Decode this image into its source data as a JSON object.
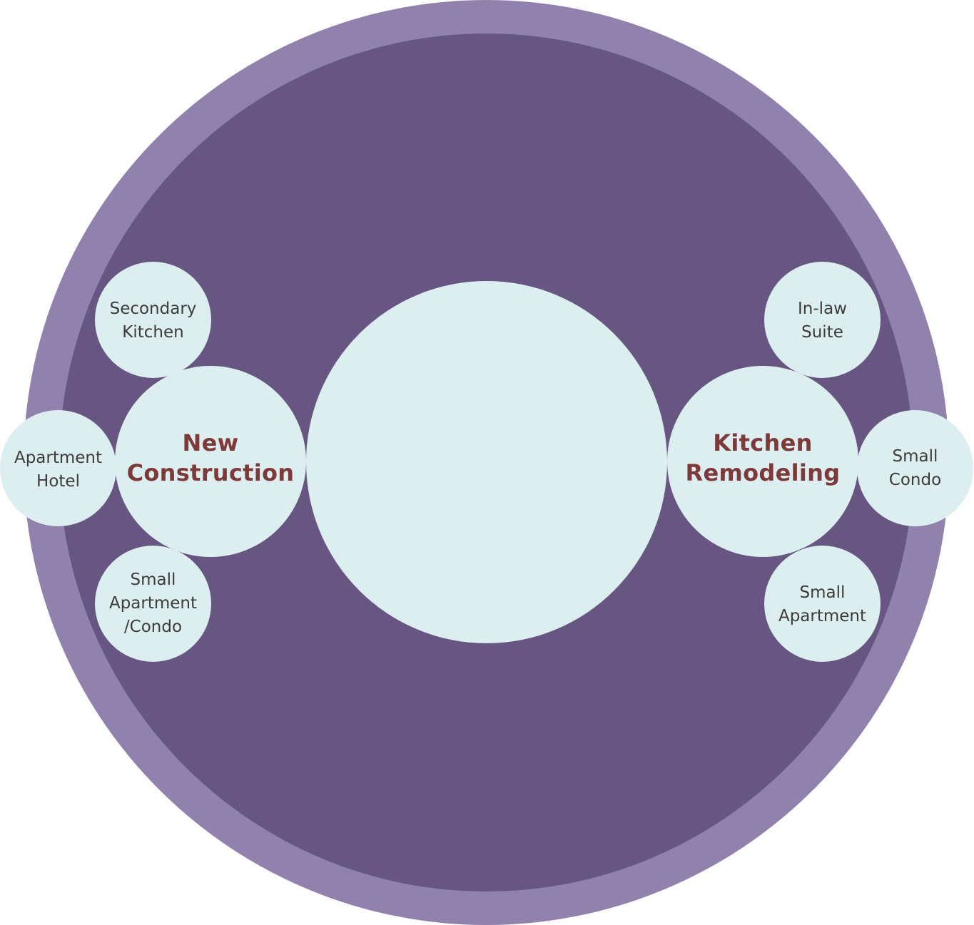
{
  "colors": {
    "outer_ring": "#9181ad",
    "inner_disc": "#675682",
    "bubble_fill": "#dceeef",
    "primary_text": "#7e3a3a",
    "secondary_text": "#3c3c3c"
  },
  "hub": {
    "label": ""
  },
  "primary_nodes": [
    {
      "id": "new-construction",
      "label": "New\nConstruction"
    },
    {
      "id": "kitchen-remodeling",
      "label": "Kitchen\nRemodeling"
    }
  ],
  "secondary_nodes": [
    {
      "id": "secondary-kitchen",
      "parent": "new-construction",
      "label": "Secondary\nKitchen"
    },
    {
      "id": "apartment-hotel",
      "parent": "new-construction",
      "label": "Apartment\nHotel"
    },
    {
      "id": "small-apartment-condo",
      "parent": "new-construction",
      "label": "Small\nApartment\n/Condo"
    },
    {
      "id": "in-law-suite",
      "parent": "kitchen-remodeling",
      "label": "In-law\nSuite"
    },
    {
      "id": "small-condo",
      "parent": "kitchen-remodeling",
      "label": "Small\nCondo"
    },
    {
      "id": "small-apartment",
      "parent": "kitchen-remodeling",
      "label": "Small\nApartment"
    }
  ]
}
